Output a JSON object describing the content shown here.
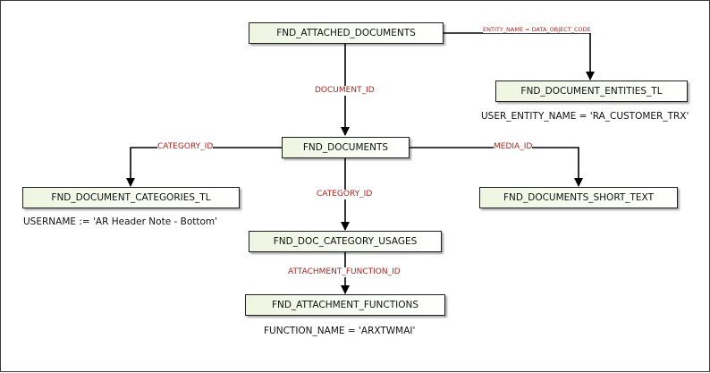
{
  "entities": {
    "attached_documents": "FND_ATTACHED_DOCUMENTS",
    "document_entities_tl": "FND_DOCUMENT_ENTITIES_TL",
    "documents": "FND_DOCUMENTS",
    "document_categories_tl": "FND_DOCUMENT_CATEGORIES_TL",
    "documents_short_text": "FND_DOCUMENTS_SHORT_TEXT",
    "doc_category_usages": "FND_DOC_CATEGORY_USAGES",
    "attachment_functions": "FND_ATTACHMENT_FUNCTIONS"
  },
  "relations": {
    "entity_name": "ENTITY_NAME = DATA_OBJECT_CODE",
    "document_id": "DOCUMENT_ID",
    "category_id_left": "CATEGORY_ID",
    "media_id": "MEDIA_ID",
    "category_id_down": "CATEGORY_ID",
    "attachment_function_id": "ATTACHMENT_FUNCTION_ID"
  },
  "notes": {
    "user_entity_name": "USER_ENTITY_NAME = 'RA_CUSTOMER_TRX'",
    "username": "USERNAME := 'AR Header Note - Bottom'",
    "function_name": "FUNCTION_NAME = 'ARXTWMAI'"
  },
  "colors": {
    "label_red": "#a8261e",
    "box_fill": "#eef5e0",
    "line": "#000000"
  }
}
